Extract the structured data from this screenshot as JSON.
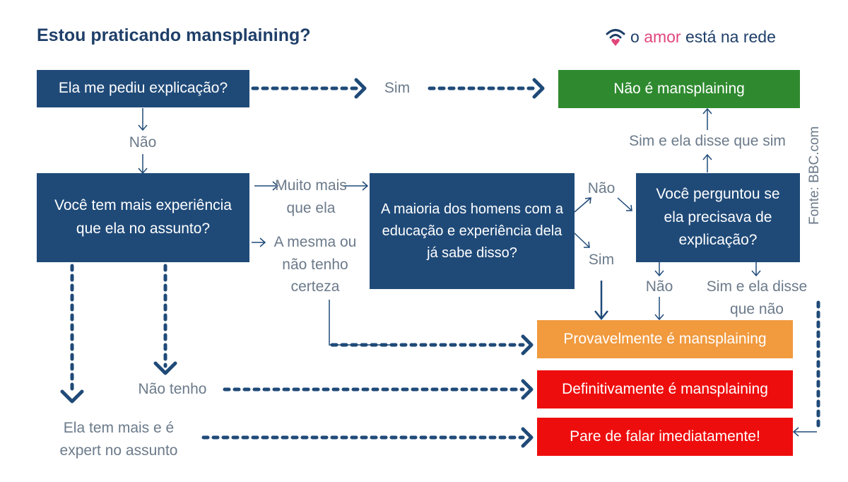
{
  "title": "Estou praticando mansplaining?",
  "brand": {
    "prefix": "o ",
    "highlight": "amor",
    "suffix": " está na rede",
    "icon": "wifi-heart-icon",
    "accent_color": "#e0467c"
  },
  "source_note": "Fonte: BBC.com",
  "nodes": {
    "q1": "Ela me pediu explicação?",
    "q2": "Você tem mais experiência que ela no assunto?",
    "q3": "A maioria dos homens com a educação e experiência dela já sabe disso?",
    "q4": "Você perguntou se ela precisava de explicação?",
    "r_nao": "Não é mansplaining",
    "r_provavel": "Provavelmente é mansplaining",
    "r_definitivo": "Definitivamente é mansplaining",
    "r_pare": "Pare de falar imediatamente!"
  },
  "edge_labels": {
    "q1_sim": "Sim",
    "q1_nao": "Não",
    "q2_muito": "Muito mais que ela",
    "q2_mesma": "A mesma ou não tenho certeza",
    "q2_nao_tenho": "Não tenho",
    "q2_ela_expert": "Ela tem mais e é expert no assunto",
    "q3_nao": "Não",
    "q3_sim": "Sim",
    "q4_sim_sim": "Sim e ela disse que sim",
    "q4_nao": "Não",
    "q4_sim_nao": "Sim e ela disse que não"
  },
  "colors": {
    "question": "#1f4a78",
    "not_mansplaining": "#2f8a2f",
    "probably": "#f19a3e",
    "definitely": "#ee0d0d",
    "stop": "#ee0d0d",
    "title": "#1f3f69"
  }
}
